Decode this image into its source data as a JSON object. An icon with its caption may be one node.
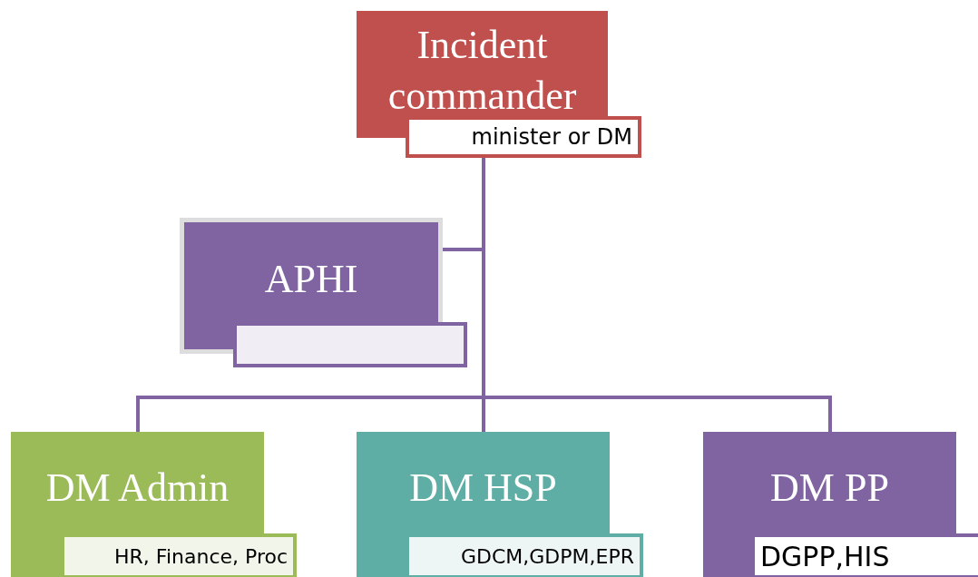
{
  "diagram": {
    "nodes": [
      {
        "text": [
          "Incident commander",
          "minister or DM"
        ]
      },
      {
        "text": [
          "APHI"
        ]
      },
      {
        "text": [
          "DM Admin",
          "HR, Finance, Proc"
        ]
      },
      {
        "text": [
          "DM HSP",
          "GDCM,GDPM,EPR"
        ]
      },
      {
        "text": [
          "DM PP",
          "DGPP,HIS"
        ]
      },
      {
        "text": [],
        "shape": "box"
      }
    ],
    "edges": [
      {
        "from": 0,
        "to": 1,
        "arrow": "none"
      },
      {
        "from": 0,
        "to": 2,
        "arrow": "none"
      },
      {
        "from": 0,
        "to": 3,
        "arrow": "none"
      },
      {
        "from": 0,
        "to": 4,
        "arrow": "none"
      }
    ]
  }
}
